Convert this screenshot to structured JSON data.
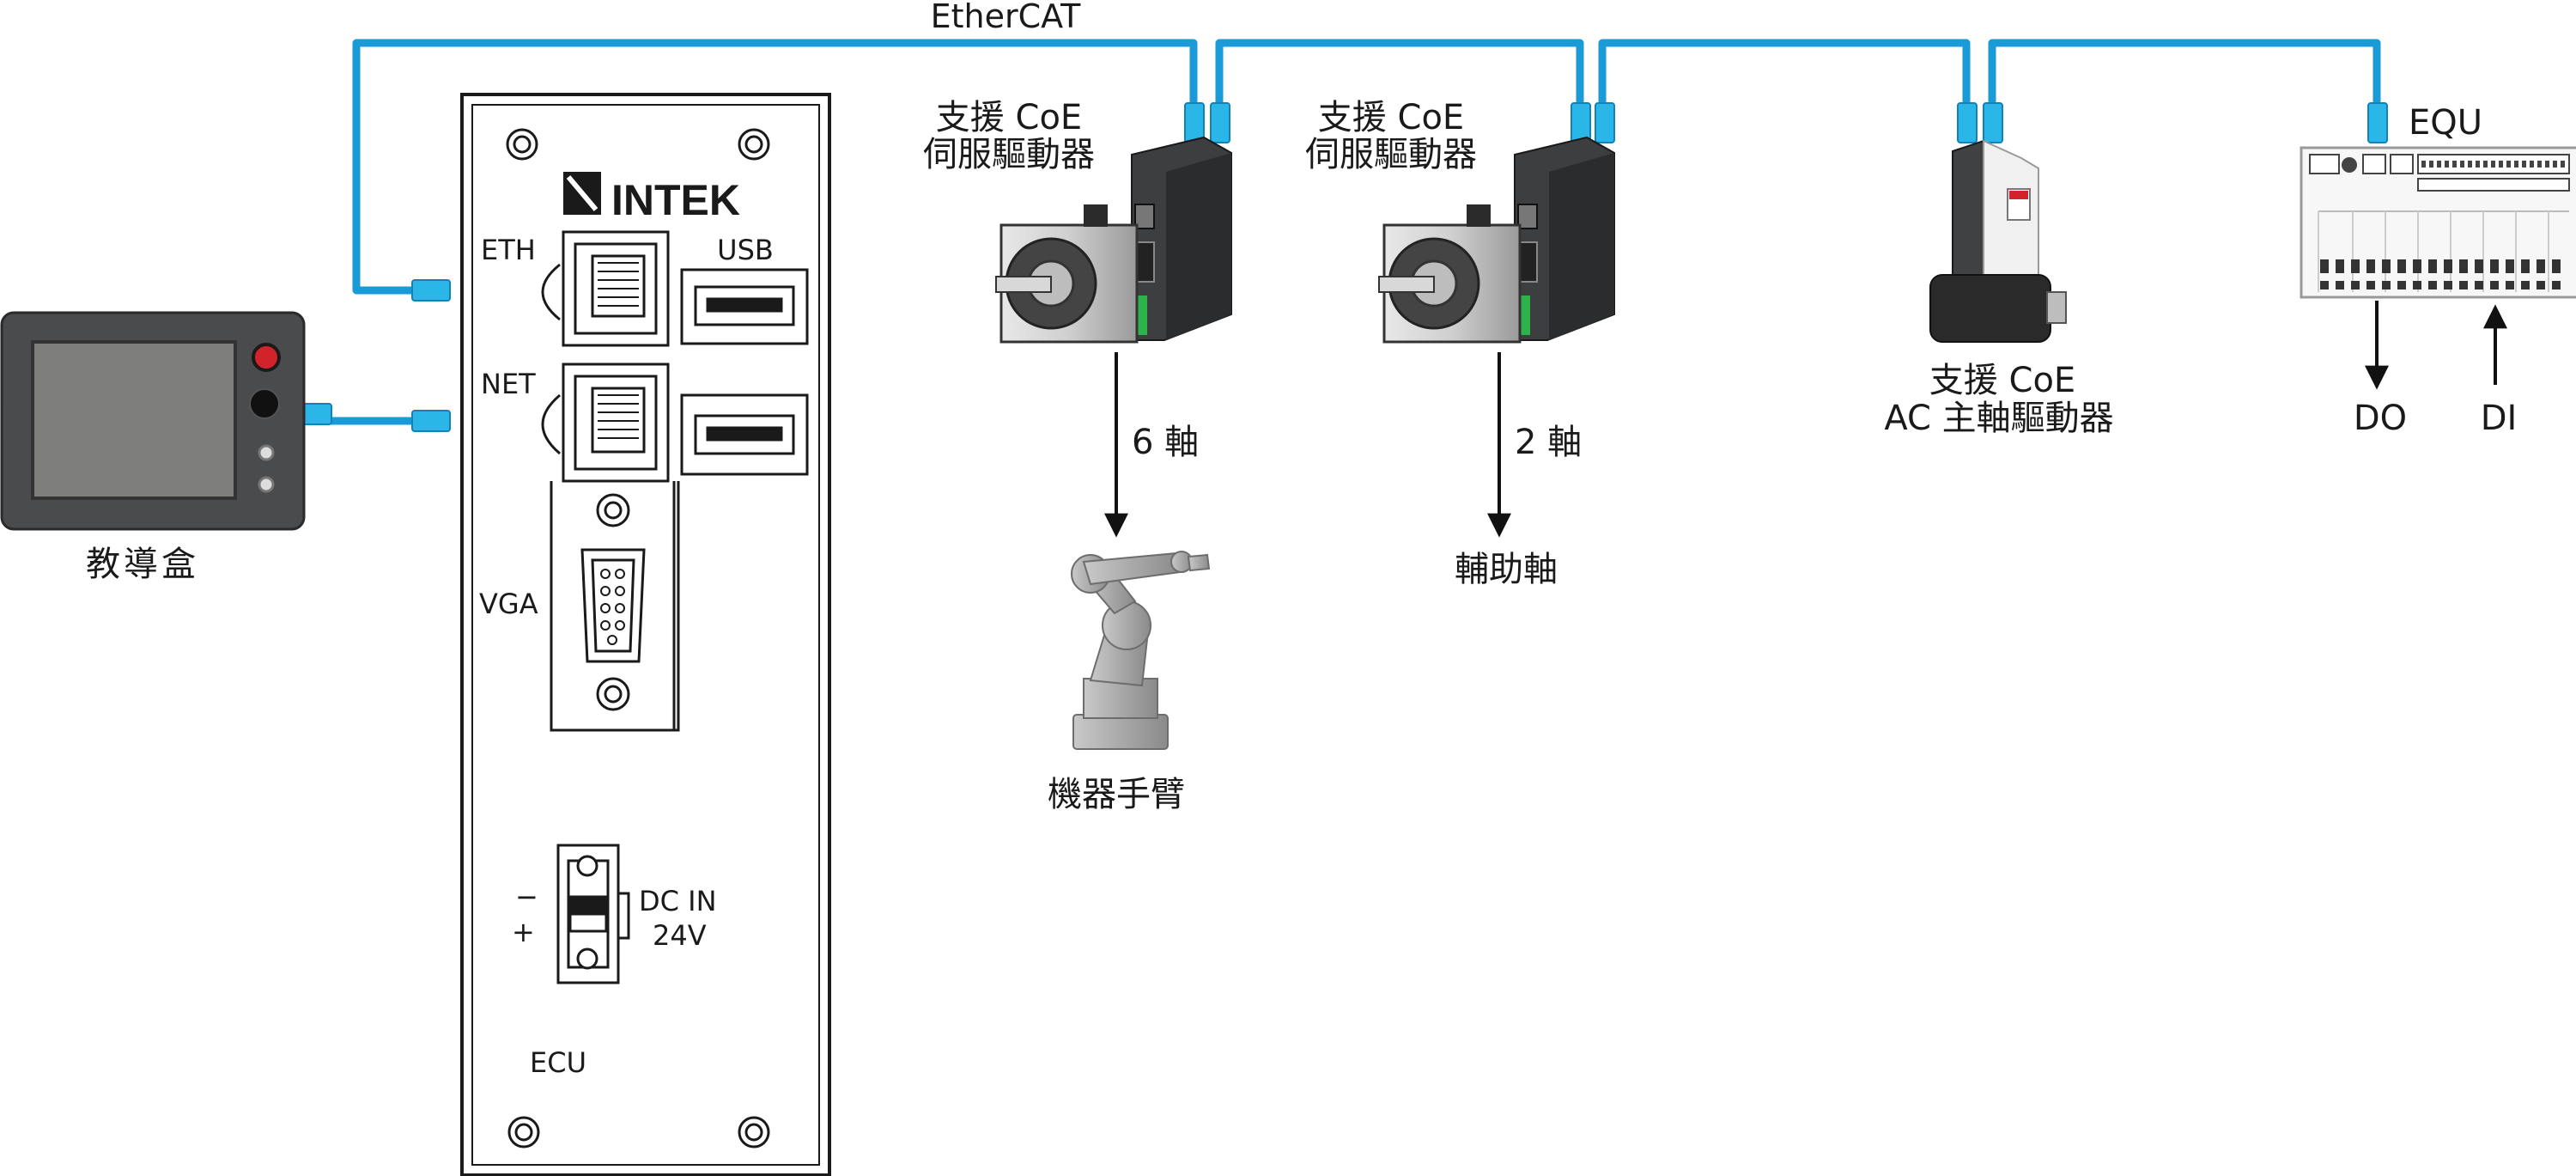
{
  "network": {
    "bus_label": "EtherCAT",
    "cable_color": "#1a9ad6",
    "connector_color": "#2bb6e8"
  },
  "teach_pendant": {
    "label": "教導盒"
  },
  "controller": {
    "brand": "INTEK",
    "ports": {
      "eth": "ETH",
      "net": "NET",
      "usb": "USB",
      "vga": "VGA"
    },
    "power": {
      "minus": "−",
      "plus": "+",
      "line1": "DC IN",
      "line2": "24V"
    },
    "label": "ECU"
  },
  "servo_1": {
    "line1": "支援 CoE",
    "line2": "伺服驅動器",
    "axes": "6 軸",
    "load": "機器手臂"
  },
  "servo_2": {
    "line1": "支援 CoE",
    "line2": "伺服驅動器",
    "axes": "2 軸",
    "load": "輔助軸"
  },
  "spindle": {
    "line1": "支援 CoE",
    "line2": "AC 主軸驅動器"
  },
  "io_module": {
    "label": "EQU",
    "output": "DO",
    "input": "DI"
  }
}
